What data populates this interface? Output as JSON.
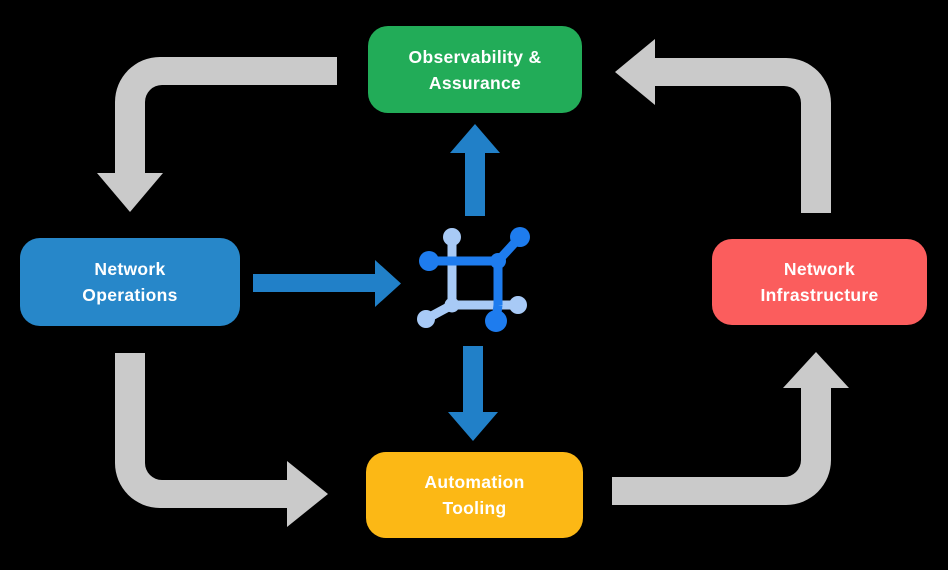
{
  "diagram": {
    "background_color": "#000000",
    "colors": {
      "cycle_arrow_gray": "#CACACA",
      "flow_arrow_blue": "#2180C8",
      "icon_dark_blue": "#1E7CEE",
      "icon_light_blue": "#A8CAF6"
    },
    "nodes": {
      "observability": {
        "line1": "Observability &",
        "line2": "Assurance",
        "color": "#22AC58"
      },
      "network_operations": {
        "line1": "Network",
        "line2": "Operations",
        "color": "#2787C9"
      },
      "network_infrastructure": {
        "line1": "Network",
        "line2": "Infrastructure",
        "color": "#FB5D5D"
      },
      "automation_tooling": {
        "line1": "Automation",
        "line2": "Tooling",
        "color": "#FCB815"
      }
    },
    "center_icon": "network-nodes-icon"
  }
}
